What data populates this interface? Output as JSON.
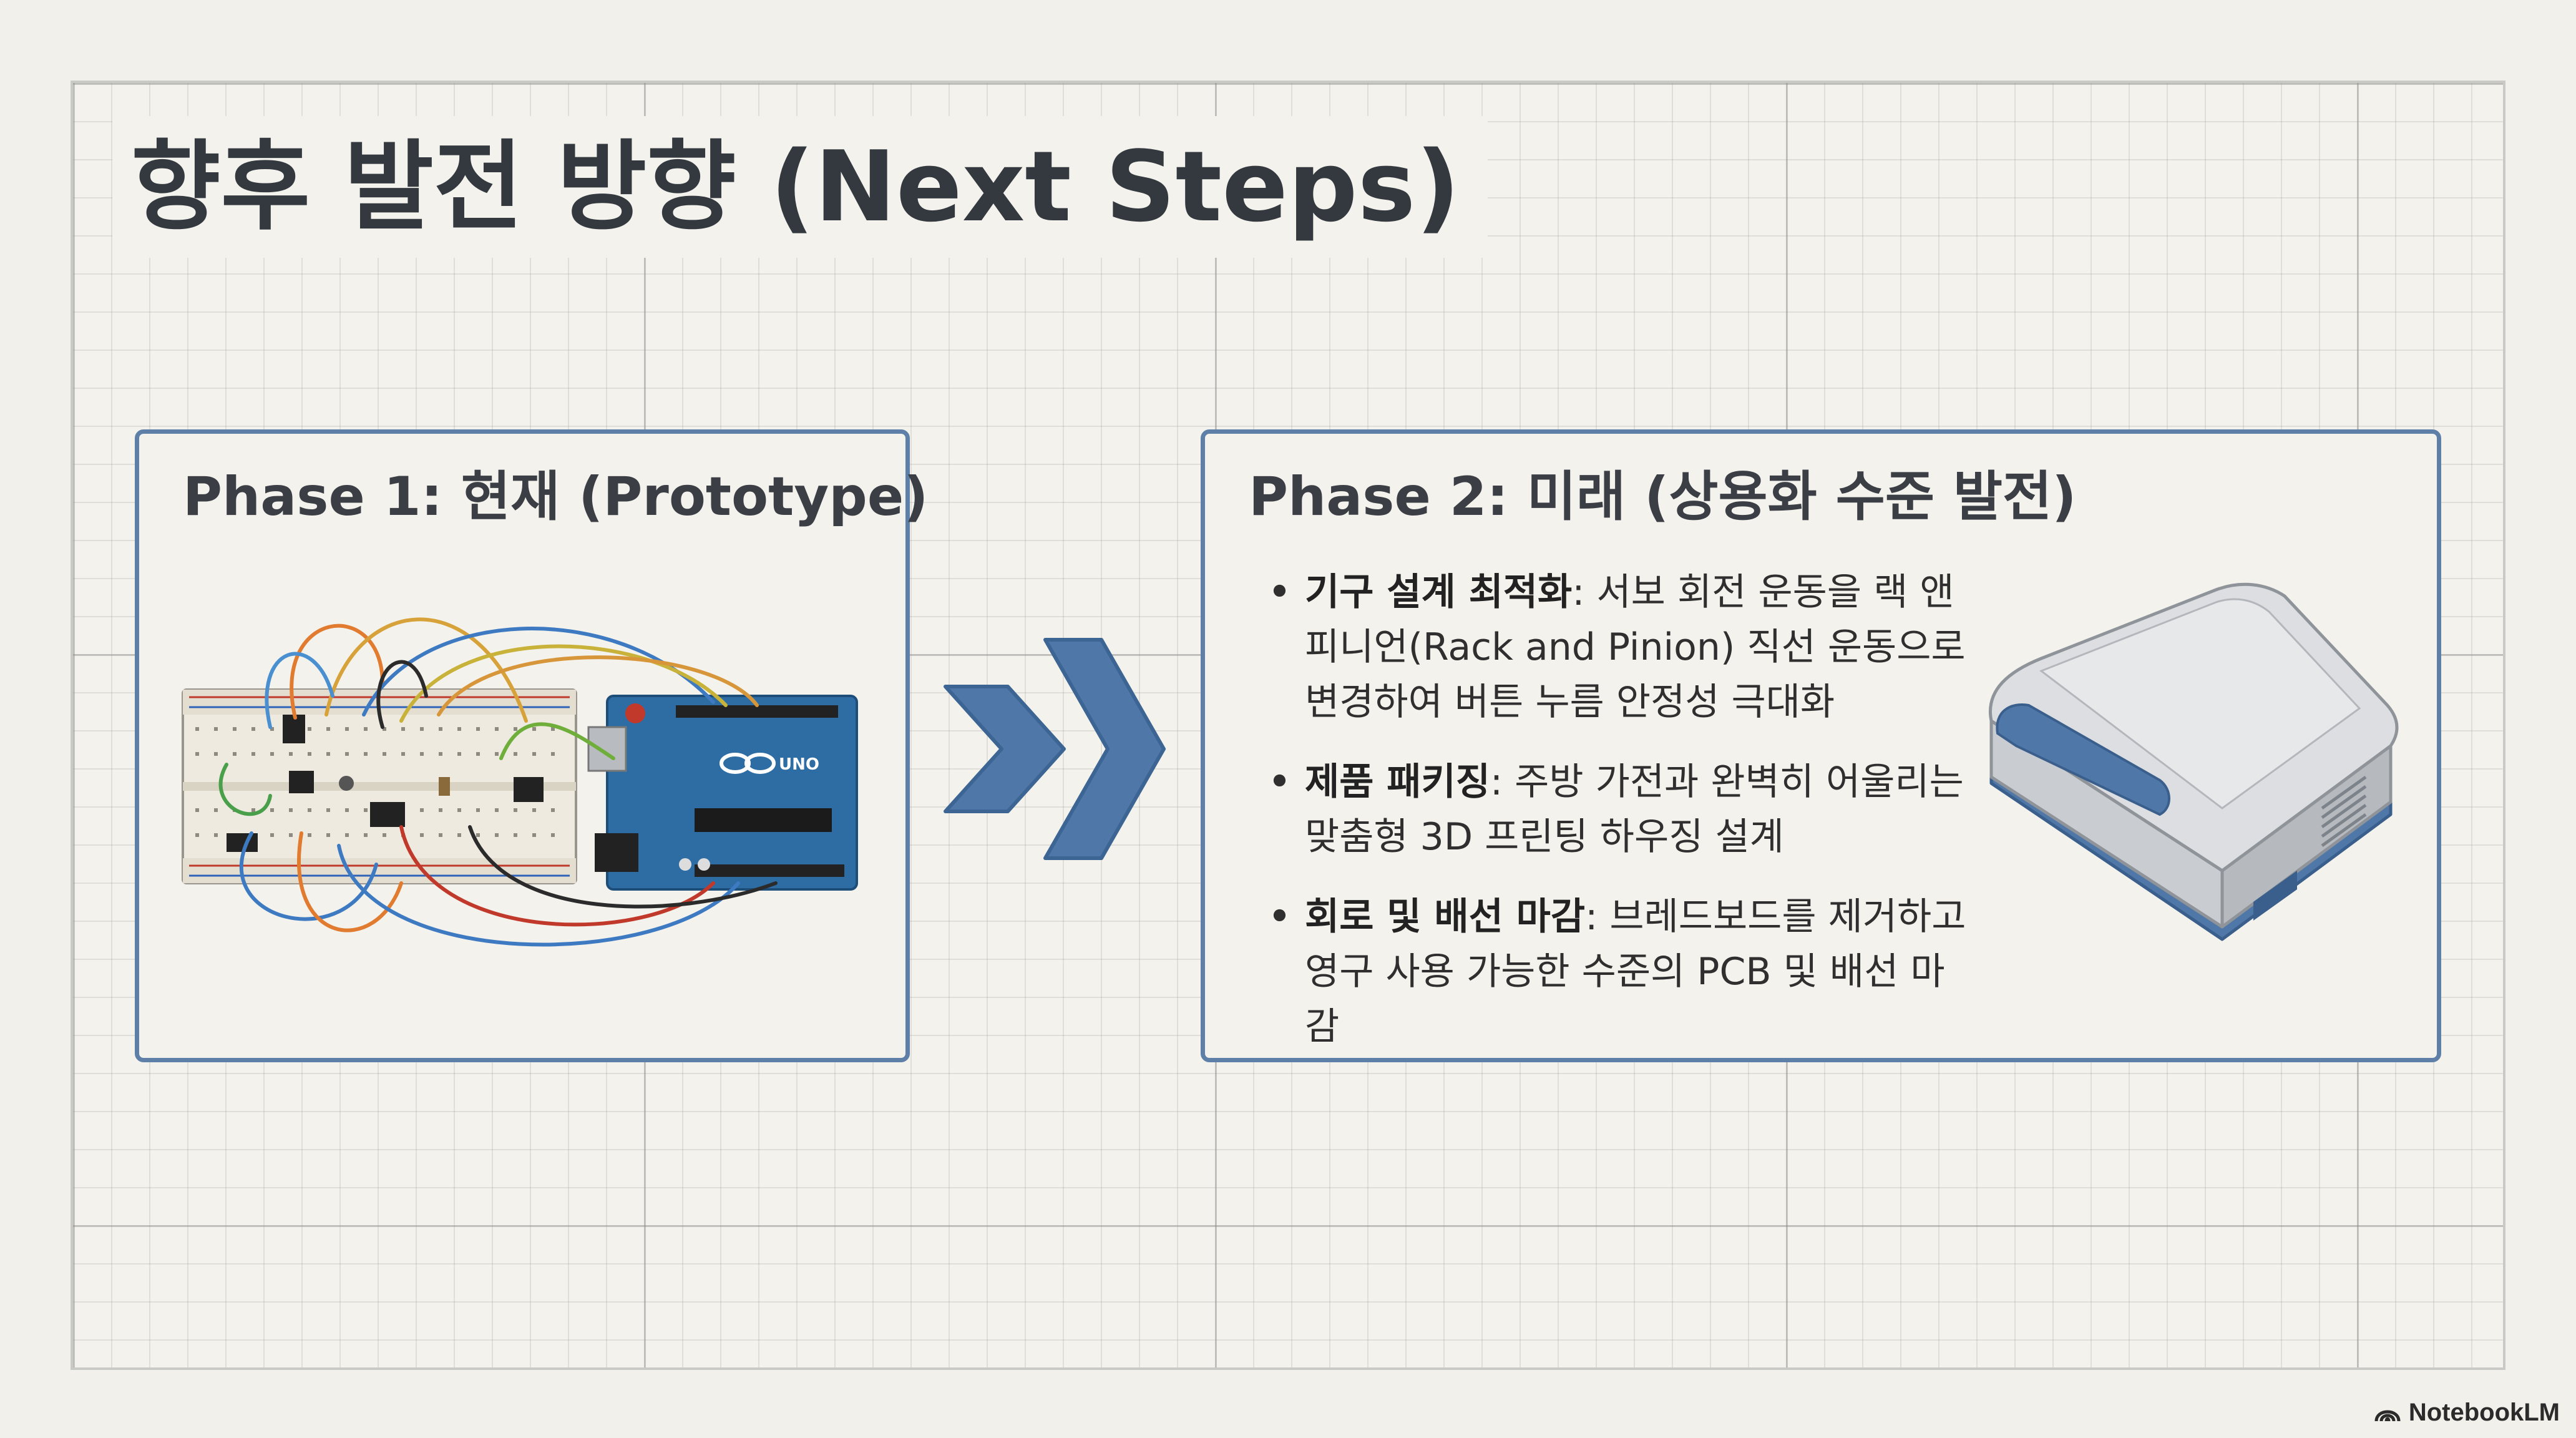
{
  "title": "향후 발전 방향 (Next Steps)",
  "phase1": {
    "title": "Phase 1: 현재 (Prototype)",
    "board_label": "UNO"
  },
  "phase2": {
    "title": "Phase 2: 미래 (상용화 수준 발전)",
    "items": [
      {
        "term": "기구 설계 최적화",
        "text": ": 서보 회전 운동을 랙 앤 피니언(Rack and Pinion) 직선 운동으로 변경하여 버튼 누름 안정성 극대화"
      },
      {
        "term": "제품 패키징",
        "text": ": 주방 가전과 완벽히 어울리는 맞춤형 3D 프린팅 하우징 설계"
      },
      {
        "term": "회로 및 배선 마감",
        "text": ": 브레드보드를 제거하고 영구 사용 가능한 수준의 PCB 및 배선 마감"
      }
    ]
  },
  "footer": {
    "brand": "NotebookLM",
    "icon": "notebooklm-logo-icon"
  },
  "colors": {
    "accent": "#4f77a8",
    "border": "#5e7fa8",
    "background": "#f1f0ea"
  }
}
